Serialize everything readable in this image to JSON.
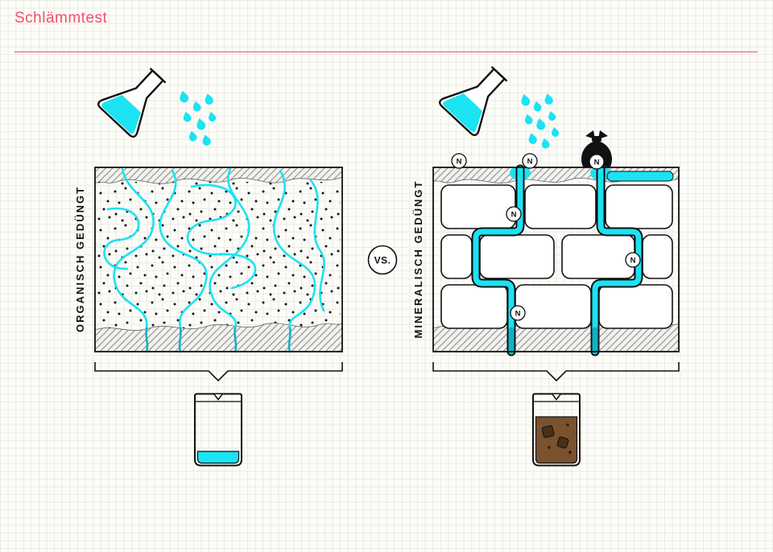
{
  "title": "Schlämmtest",
  "vs_label": "VS.",
  "nitrogen_label": "N",
  "left_panel": {
    "label": "ORGANISCH GEDÜNGT"
  },
  "right_panel": {
    "label": "MINERALISCH GEDÜNGT"
  },
  "colors": {
    "accent_pink": "#f2506b",
    "water_cyan": "#1be3f2",
    "water_teal_dark": "#0fb3c4",
    "sediment_brown": "#7a5230",
    "sediment_clump": "#4a2f15",
    "ink": "#111111",
    "hatch_gray": "#9a9a9a"
  },
  "icons": {
    "flask": "erlenmeyer-flask-icon",
    "droplet": "water-droplet-icon",
    "bag": "fertilizer-bag-icon",
    "badge": "nitrogen-badge",
    "beaker": "beaker-icon"
  }
}
